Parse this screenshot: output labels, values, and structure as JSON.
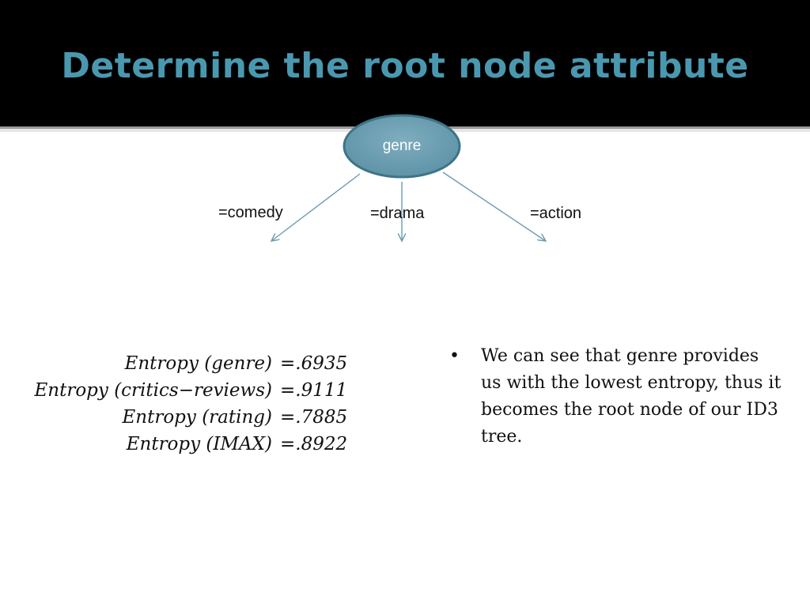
{
  "slide": {
    "title": "Determine the root node attribute"
  },
  "tree": {
    "root": "genre",
    "branches": [
      "=comedy",
      "=drama",
      "=action"
    ]
  },
  "entropy": [
    {
      "label": "Entropy (genre)",
      "value": "=.6935"
    },
    {
      "label": "Entropy (critics−reviews)",
      "value": "=.9111"
    },
    {
      "label": "Entropy (rating)",
      "value": "=.7885"
    },
    {
      "label": "Entropy (IMAX)",
      "value": "=.8922"
    }
  ],
  "bullet": {
    "marker": "•",
    "text": "We can see that genre provides us with the lowest entropy, thus it becomes the root node of our ID3 tree."
  },
  "colors": {
    "title": "#4a98b0",
    "node_fill": "#6a9caf",
    "node_stroke": "#3d7488",
    "arrow": "#6a9caf"
  }
}
